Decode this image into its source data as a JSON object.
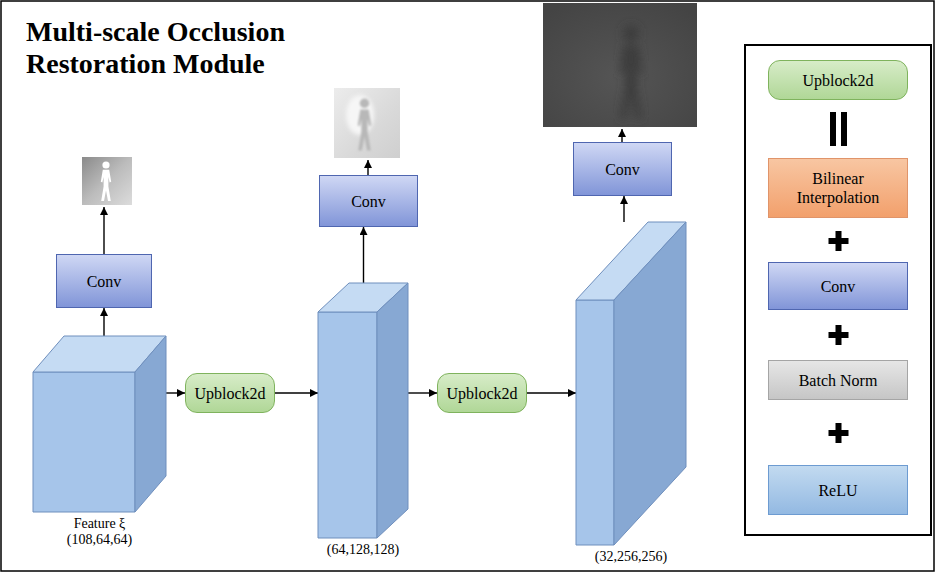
{
  "diagram": {
    "title": "Multi-scale Occlusion Restoration Module",
    "nodes": [
      {
        "text": [
          "Feature ξ",
          "(108,64,64)"
        ]
      },
      {
        "text": [
          "Conv"
        ]
      },
      {
        "text": [
          "Upblock2d"
        ]
      },
      {
        "text": [
          "(64,128,128)"
        ]
      },
      {
        "text": [
          "Conv"
        ]
      },
      {
        "text": [
          "Upblock2d"
        ]
      },
      {
        "text": [
          "(32,256,256)"
        ]
      },
      {
        "text": [
          "Conv"
        ]
      },
      {
        "text": [
          "Upblock2d"
        ]
      },
      {
        "text": [
          "Bilinear Interpolation"
        ]
      },
      {
        "text": [
          "Conv"
        ]
      },
      {
        "text": [
          "Batch Norm"
        ]
      },
      {
        "text": [
          "ReLU"
        ]
      }
    ],
    "edges": [
      {
        "from": 0,
        "to": 1,
        "arrow": "to"
      },
      {
        "from": 0,
        "to": 2,
        "arrow": "to"
      },
      {
        "from": 2,
        "to": 3,
        "arrow": "to"
      },
      {
        "from": 3,
        "to": 4,
        "arrow": "to"
      },
      {
        "from": 3,
        "to": 5,
        "arrow": "to"
      },
      {
        "from": 5,
        "to": 6,
        "arrow": "to"
      },
      {
        "from": 6,
        "to": 7,
        "arrow": "to"
      }
    ]
  }
}
